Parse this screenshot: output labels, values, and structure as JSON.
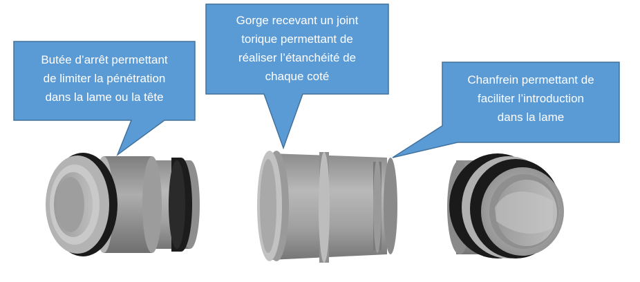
{
  "callouts": [
    {
      "id": "stop",
      "text": "Butée d’arrêt permettant\nde limiter la pénétration\ndans la lame ou la tête"
    },
    {
      "id": "groove",
      "text": "Gorge recevant un joint\ntorique permettant de\nréaliser l’étanchéité de\nchaque coté"
    },
    {
      "id": "chamfer",
      "text": "Chanfrein permettant de\nfaciliter l’introduction\ndans la lame"
    }
  ],
  "colors": {
    "callout_fill": "#5b9bd5",
    "callout_stroke": "#41719c",
    "part_gray": "#a6a6a6",
    "part_dark": "#6e6e6e",
    "oring": "#1a1a1a"
  }
}
